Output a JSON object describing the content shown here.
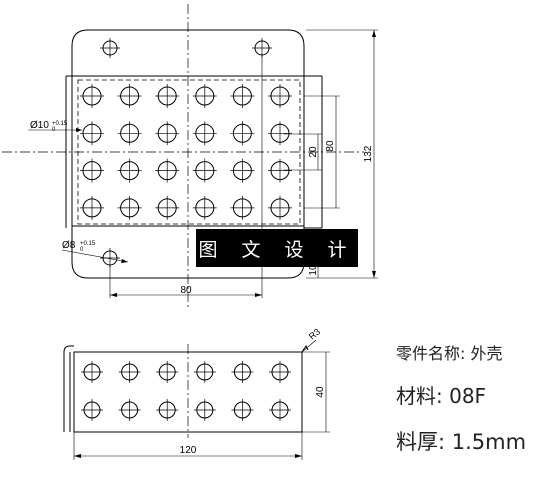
{
  "watermark": "图 文 设 计",
  "dimensions": {
    "hole_large": "Ø10",
    "hole_large_tol_upper": "+0.15",
    "hole_large_tol_lower": "0",
    "hole_small": "Ø8",
    "hole_small_tol_upper": "+0.15",
    "hole_small_tol_lower": "0",
    "hole_pitch": "20",
    "pattern_height": "80",
    "overall_height": "132",
    "edge_offset": "10",
    "mount_hole_spacing": "80",
    "bend_radius": "R3",
    "side_height": "40",
    "side_width": "120"
  },
  "spec": {
    "part_name": "零件名称: 外壳",
    "material": "材料: 08F",
    "thickness": "料厚: 1.5mm"
  },
  "hole_grid": {
    "top_view": {
      "rows": 4,
      "cols": 6
    },
    "side_view": {
      "rows": 2,
      "cols": 6
    }
  }
}
